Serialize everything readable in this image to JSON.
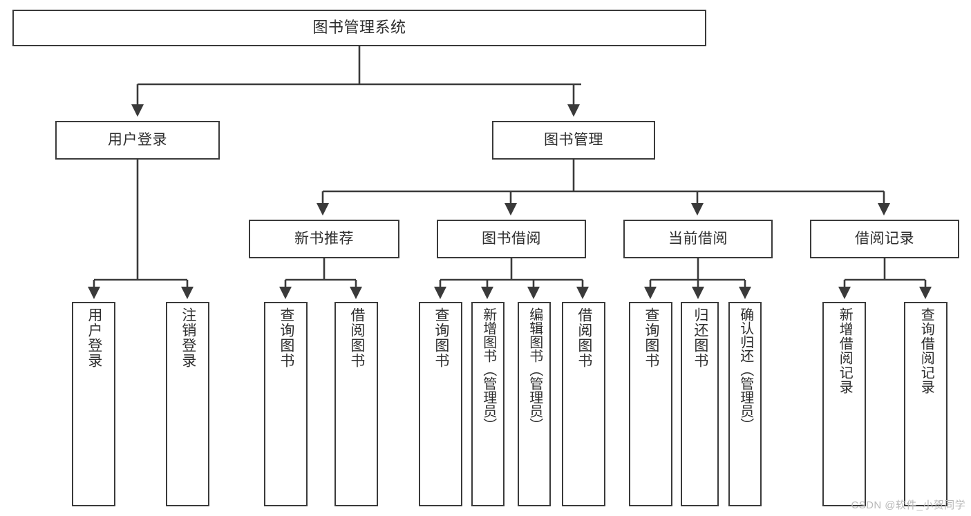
{
  "diagram": {
    "title": "图书管理系统",
    "type": "hierarchy-tree",
    "line_color": "#3a3a3a",
    "box_fill": "#ffffff",
    "text_color": "#2e2e2e"
  },
  "nodes": {
    "root": {
      "label": "图书管理系统"
    },
    "level2": [
      {
        "label": "用户登录"
      },
      {
        "label": "图书管理"
      }
    ],
    "level3": [
      {
        "label": "新书推荐"
      },
      {
        "label": "图书借阅"
      },
      {
        "label": "当前借阅"
      },
      {
        "label": "借阅记录"
      }
    ],
    "leaves": {
      "user_login": [
        {
          "label": "用户登录"
        },
        {
          "label": "注销登录"
        }
      ],
      "new_book_recommend": [
        {
          "label": "查询图书"
        },
        {
          "label": "借阅图书"
        }
      ],
      "book_borrow": [
        {
          "label": "查询图书"
        },
        {
          "label": "新增图书（管理员）"
        },
        {
          "label": "编辑图书（管理员）"
        },
        {
          "label": "借阅图书"
        }
      ],
      "current_borrow": [
        {
          "label": "查询图书"
        },
        {
          "label": "归还图书"
        },
        {
          "label": "确认归还（管理员）"
        }
      ],
      "borrow_record": [
        {
          "label": "新增借阅记录"
        },
        {
          "label": "查询借阅记录"
        }
      ]
    }
  },
  "watermark": {
    "text": "CSDN @软件_小贺同学"
  }
}
